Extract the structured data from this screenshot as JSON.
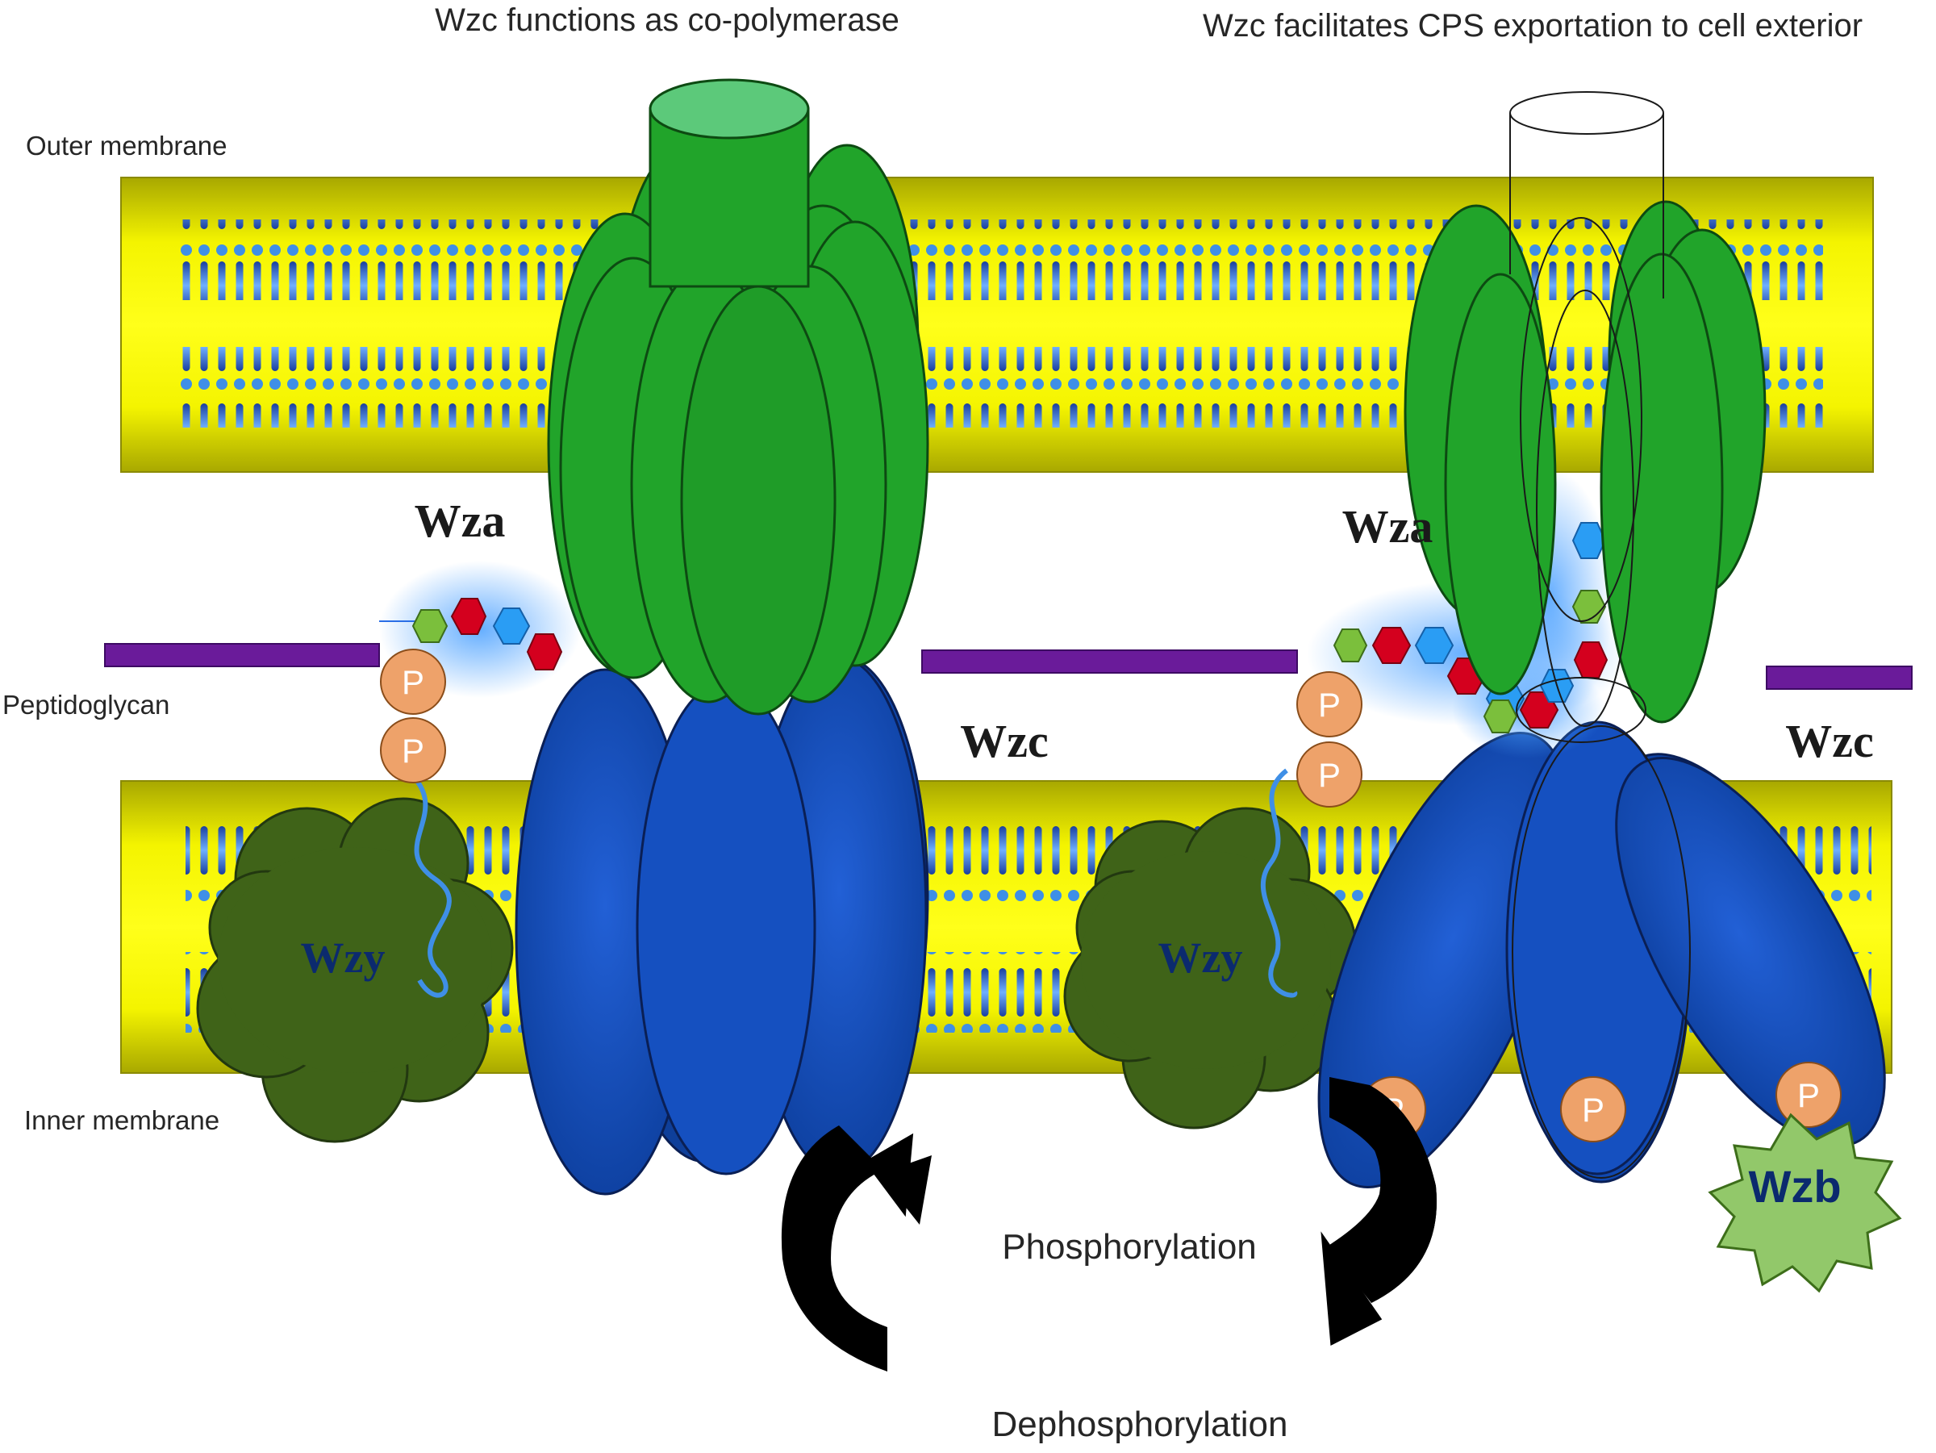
{
  "titles": {
    "left": "Wzc functions as co-polymerase",
    "right": "Wzc facilitates CPS exportation to cell exterior"
  },
  "membranes": {
    "outer": "Outer membrane",
    "peptidoglycan": "Peptidoglycan",
    "inner": "Inner membrane"
  },
  "proteins": {
    "wza": "Wza",
    "wzc": "Wzc",
    "wzy": "Wzy",
    "wzb": "Wzb",
    "phosphate": "P"
  },
  "cycle": {
    "forward": "Phosphorylation",
    "reverse": "Dephosphorylation"
  },
  "colors": {
    "membrane": "#f2f200",
    "lipid_head": "#3f8fe6",
    "wza": "#21a42a",
    "wzc": "#1a4fbf",
    "wzy": "#3f6318",
    "wzb": "#92c86a",
    "phosphate": "#eea26a",
    "peptidoglycan": "#6a1b9a",
    "sugar_green": "#7bbf3c",
    "sugar_red": "#d4001e",
    "sugar_blue": "#2a9df4"
  }
}
